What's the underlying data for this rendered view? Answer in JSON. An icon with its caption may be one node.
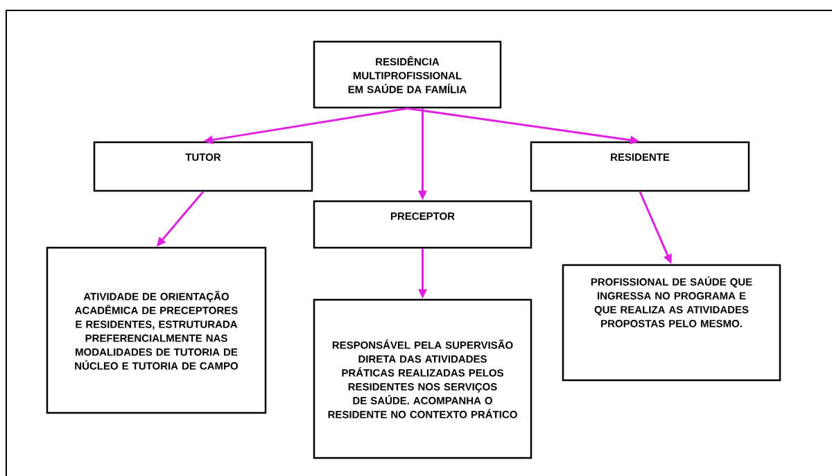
{
  "diagram": {
    "nodes": [
      {
        "text": [
          "RESIDÊNCIA MULTIPROFISSIONAL EM SAÚDE DA FAMÍLIA"
        ]
      },
      {
        "text": [
          "TUTOR"
        ]
      },
      {
        "text": [
          "RESIDENTE"
        ]
      },
      {
        "text": [
          "PRECEPTOR"
        ]
      },
      {
        "text": [
          "ATIVIDADE DE ORIENTAÇÃO ACADÊMICA DE PRECEPTORES E RESIDENTES, ESTRUTURADA PREFERENCIALMENTE NAS MODALIDADES DE TUTORIA DE NÚCLEO E TUTORIA DE CAMPO"
        ]
      },
      {
        "text": [
          "RESPONSÁVEL PELA SUPERVISÃO DIRETA DAS ATIVIDADES PRÁTICAS REALIZADAS PELOS RESIDENTES NOS SERVIÇOS DE SAÚDE. ACOMPANHA O RESIDENTE NO CONTEXTO PRÁTICO"
        ]
      },
      {
        "text": [
          "PROFISSIONAL DE SAÚDE QUE INGRESSA NO PROGRAMA E QUE REALIZA AS ATIVIDADES PROPOSTAS PELO MESMO."
        ]
      }
    ],
    "edges": [
      {
        "from": 0,
        "to": 1,
        "arrow": "to"
      },
      {
        "from": 0,
        "to": 3,
        "arrow": "to"
      },
      {
        "from": 0,
        "to": 2,
        "arrow": "to"
      },
      {
        "from": 1,
        "to": 4,
        "arrow": "to"
      },
      {
        "from": 3,
        "to": 5,
        "arrow": "to"
      },
      {
        "from": 2,
        "to": 6,
        "arrow": "to"
      }
    ]
  }
}
